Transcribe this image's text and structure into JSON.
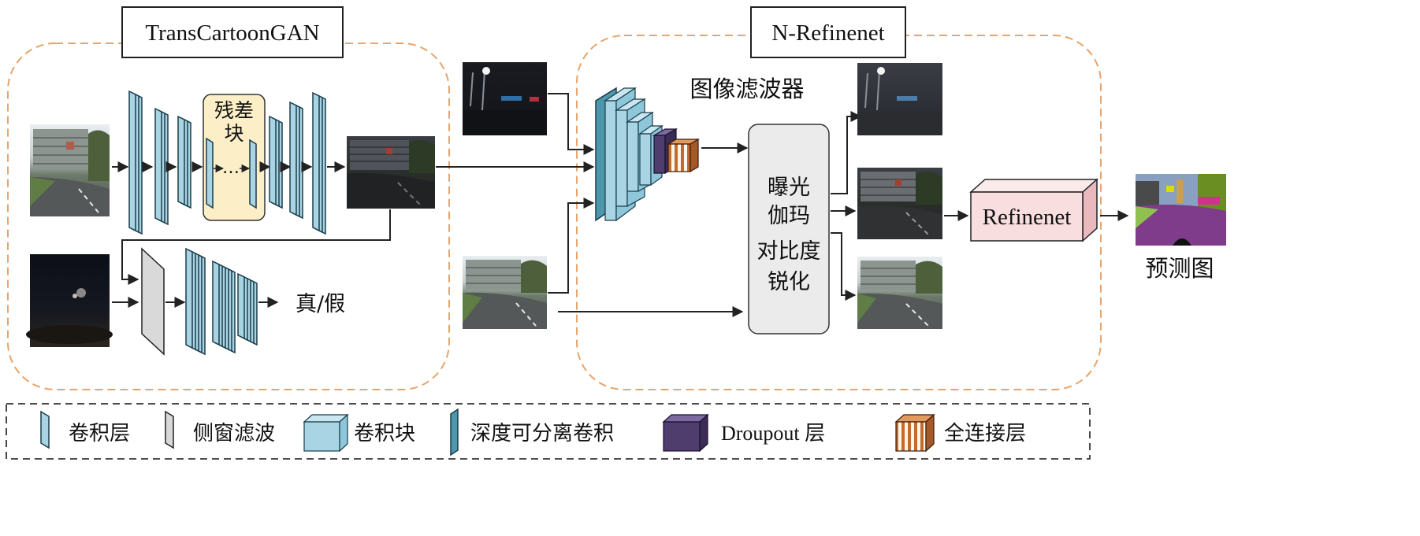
{
  "sections": {
    "gan_title": "TransCartoonGAN",
    "refine_title": "N-Refinenet"
  },
  "gan": {
    "residual_block_label_line1": "残差",
    "residual_block_label_line2": "块",
    "residual_dots": "…",
    "real_fake_label": "真/假"
  },
  "refine": {
    "image_filter_label": "图像滤波器",
    "filters": [
      "曝光",
      "伽玛",
      "对比度",
      "锐化"
    ],
    "refinenet_label": "Refinenet",
    "prediction_label": "预测图"
  },
  "legend": {
    "items": [
      {
        "label": "卷积层"
      },
      {
        "label": "侧窗滤波"
      },
      {
        "label": "卷积块"
      },
      {
        "label": "深度可分离卷积"
      },
      {
        "label": "Droupout 层"
      },
      {
        "label": "全连接层"
      }
    ]
  },
  "colors": {
    "conv_fill": "#a8d4e4",
    "block_top": "#c9e6f1",
    "depthwise_fill": "#4d97ad",
    "dropout_fill": "#4f3d6e",
    "fc_fill": "#c26b2e",
    "res_block_fill": "#fcefc7",
    "side_window_fill": "#d9d9d9",
    "dashed_orange": "#e8a46a",
    "refinenet_fill": "#f8dede"
  }
}
